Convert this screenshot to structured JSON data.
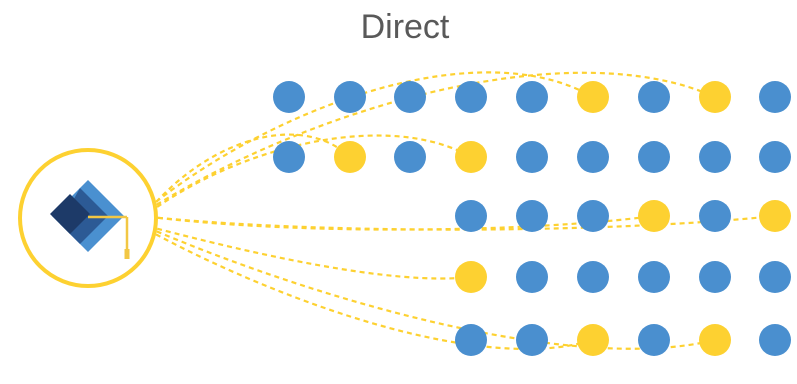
{
  "title": "Direct",
  "colors": {
    "background": "#ffffff",
    "title_text": "#595959",
    "dot_blue": "#4a8fcf",
    "dot_yellow": "#fdd131",
    "connector": "#fdd131",
    "hub_ring": "#fdd131",
    "logo_dark": "#1d3a68",
    "logo_mid": "#2c5a95",
    "logo_light": "#4a90d0",
    "logo_tassel": "#f2c744"
  },
  "hub": {
    "icon": "graduation-cap-diamond-logo"
  },
  "grid": {
    "rows": [
      [
        "blue",
        "blue",
        "blue",
        "blue",
        "blue",
        "yellow",
        "blue",
        "yellow",
        "blue"
      ],
      [
        "blue",
        "yellow",
        "blue",
        "yellow",
        "blue",
        "blue",
        "blue",
        "blue",
        "blue"
      ],
      [
        null,
        null,
        null,
        "blue",
        "blue",
        "blue",
        "yellow",
        "blue",
        "yellow"
      ],
      [
        null,
        null,
        null,
        "yellow",
        "blue",
        "blue",
        "blue",
        "blue",
        "blue"
      ],
      [
        null,
        null,
        null,
        "blue",
        "blue",
        "yellow",
        "blue",
        "yellow",
        "blue"
      ]
    ]
  },
  "connections": [
    {
      "row": 0,
      "col": 5
    },
    {
      "row": 0,
      "col": 7
    },
    {
      "row": 1,
      "col": 1
    },
    {
      "row": 1,
      "col": 3
    },
    {
      "row": 2,
      "col": 6
    },
    {
      "row": 2,
      "col": 8
    },
    {
      "row": 3,
      "col": 3
    },
    {
      "row": 4,
      "col": 5
    },
    {
      "row": 4,
      "col": 7
    }
  ]
}
